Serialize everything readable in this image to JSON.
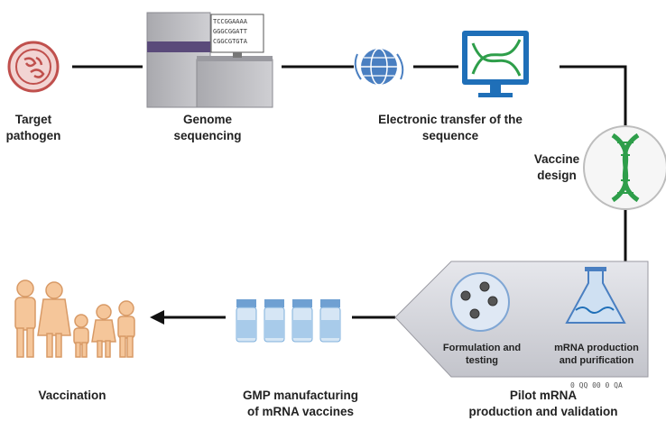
{
  "colors": {
    "pathogen": "#c0504d",
    "machine": "#b9b9bd",
    "machine_stripe": "#5a4a7a",
    "globe": "#4a7fc1",
    "monitor": "#1f6fb8",
    "dna": "#2e9e4a",
    "human": "#f5c69a",
    "vial": "#7fb0dc",
    "panel": "#cfd0d6"
  },
  "icons": [
    "pathogen-icon",
    "sequencer-icon",
    "globe-icon",
    "monitor-dna-icon",
    "dna-icon",
    "family-icon",
    "vials-icon",
    "nanoparticles-icon",
    "flask-icon"
  ],
  "sequencer_screen": [
    "TCCGGAAAA",
    "GGGCGGATT",
    "CGGCGTGTA"
  ],
  "labels": {
    "target_pathogen": "Target\npathogen",
    "genome_sequencing": "Genome\nsequencing",
    "electronic_transfer": "Electronic transfer of the\nsequence",
    "vaccine_design": "Vaccine\ndesign",
    "vaccination": "Vaccination",
    "gmp_manufacturing": "GMP manufacturing\nof mRNA vaccines",
    "pilot_production": "Pilot mRNA\nproduction and validation",
    "formulation_testing": "Formulation and\ntesting",
    "mrna_purification": "mRNA production\nand purification",
    "pilot_tag": "0 QQ 00 0 QA"
  }
}
